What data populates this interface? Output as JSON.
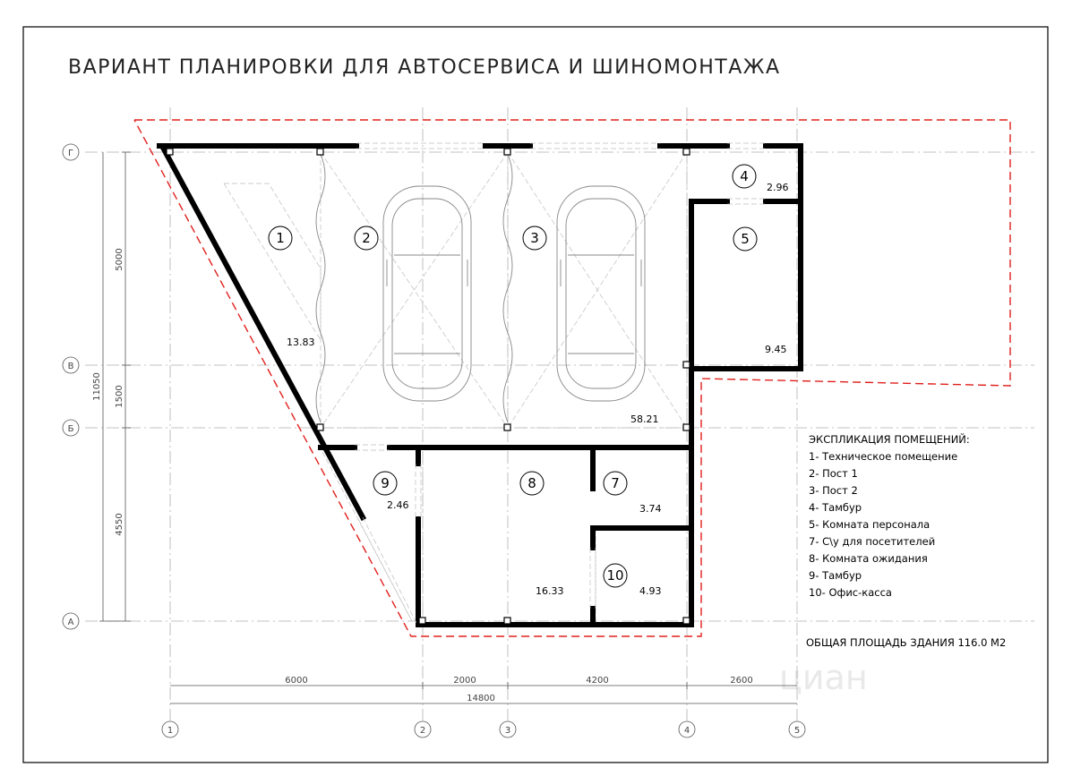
{
  "title": "ВАРИАНТ ПЛАНИРОВКИ ДЛЯ АВТОСЕРВИСА И ШИНОМОНТАЖА",
  "axes_horizontal": [
    "Г",
    "В",
    "Б",
    "А"
  ],
  "axes_vertical": [
    "1",
    "2",
    "3",
    "4",
    "5"
  ],
  "dimensions_left": {
    "d1": "5000",
    "d2": "1500",
    "d3": "4550",
    "total": "11050"
  },
  "dimensions_bottom": {
    "d1": "6000",
    "d2": "2000",
    "d3": "4200",
    "d4": "2600",
    "total": "14800"
  },
  "rooms": [
    {
      "num": "1",
      "area": "13.83"
    },
    {
      "num": "2",
      "area": ""
    },
    {
      "num": "3",
      "area": "58.21"
    },
    {
      "num": "4",
      "area": "2.96"
    },
    {
      "num": "5",
      "area": "9.45"
    },
    {
      "num": "7",
      "area": "3.74"
    },
    {
      "num": "8",
      "area": "16.33"
    },
    {
      "num": "9",
      "area": "2.46"
    },
    {
      "num": "10",
      "area": "4.93"
    }
  ],
  "legend": {
    "title": "ЭКСПЛИКАЦИЯ ПОМЕЩЕНИЙ:",
    "items": [
      "1- Техническое помещение",
      "2- Пост 1",
      "3- Пост 2",
      "4- Тамбур",
      "5- Комната персонала",
      "7- С\\у для посетителей",
      "8- Комната ожидания",
      "9- Тамбур",
      "10- Офис-касса"
    ]
  },
  "total_area": "ОБЩАЯ ПЛОЩАДЬ ЗДАНИЯ 116.0 М2",
  "watermark": "циан",
  "colors": {
    "walls": "#000000",
    "boundary": "#e0201c",
    "axes": "#b0b0b0"
  }
}
